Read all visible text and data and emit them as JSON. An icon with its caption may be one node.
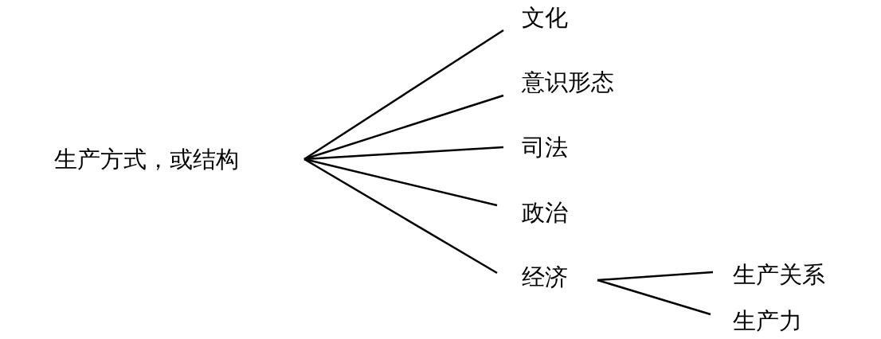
{
  "diagram": {
    "nodes": [
      {
        "text": [
          "生产方式，或结构"
        ]
      },
      {
        "text": [
          "文化"
        ]
      },
      {
        "text": [
          "意识形态"
        ]
      },
      {
        "text": [
          "司法"
        ]
      },
      {
        "text": [
          "政治"
        ]
      },
      {
        "text": [
          "经济"
        ]
      },
      {
        "text": [
          "生产关系"
        ]
      },
      {
        "text": [
          "生产力"
        ]
      }
    ],
    "edges": [
      {
        "from": 0,
        "to": 1,
        "arrow": "none"
      },
      {
        "from": 0,
        "to": 2,
        "arrow": "none"
      },
      {
        "from": 0,
        "to": 3,
        "arrow": "none"
      },
      {
        "from": 0,
        "to": 4,
        "arrow": "none"
      },
      {
        "from": 0,
        "to": 5,
        "arrow": "none"
      },
      {
        "from": 5,
        "to": 6,
        "arrow": "none"
      },
      {
        "from": 5,
        "to": 7,
        "arrow": "none"
      }
    ]
  }
}
